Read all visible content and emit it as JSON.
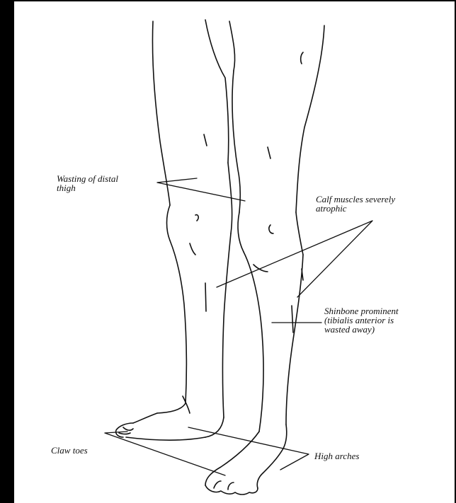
{
  "labels": {
    "wasting": {
      "line1": "Wasting of distal",
      "line2": "thigh"
    },
    "calf": {
      "line1": "Calf muscles severely",
      "line2": "atrophic"
    },
    "shin": {
      "line1": "Shinbone prominent",
      "line2": "(tibialis anterior is",
      "line3": "wasted away)"
    },
    "claw": {
      "line1": "Claw toes"
    },
    "arches": {
      "line1": "High arches"
    }
  },
  "colors": {
    "frame": "#000000",
    "paper": "#ffffff",
    "ink": "#111111"
  }
}
